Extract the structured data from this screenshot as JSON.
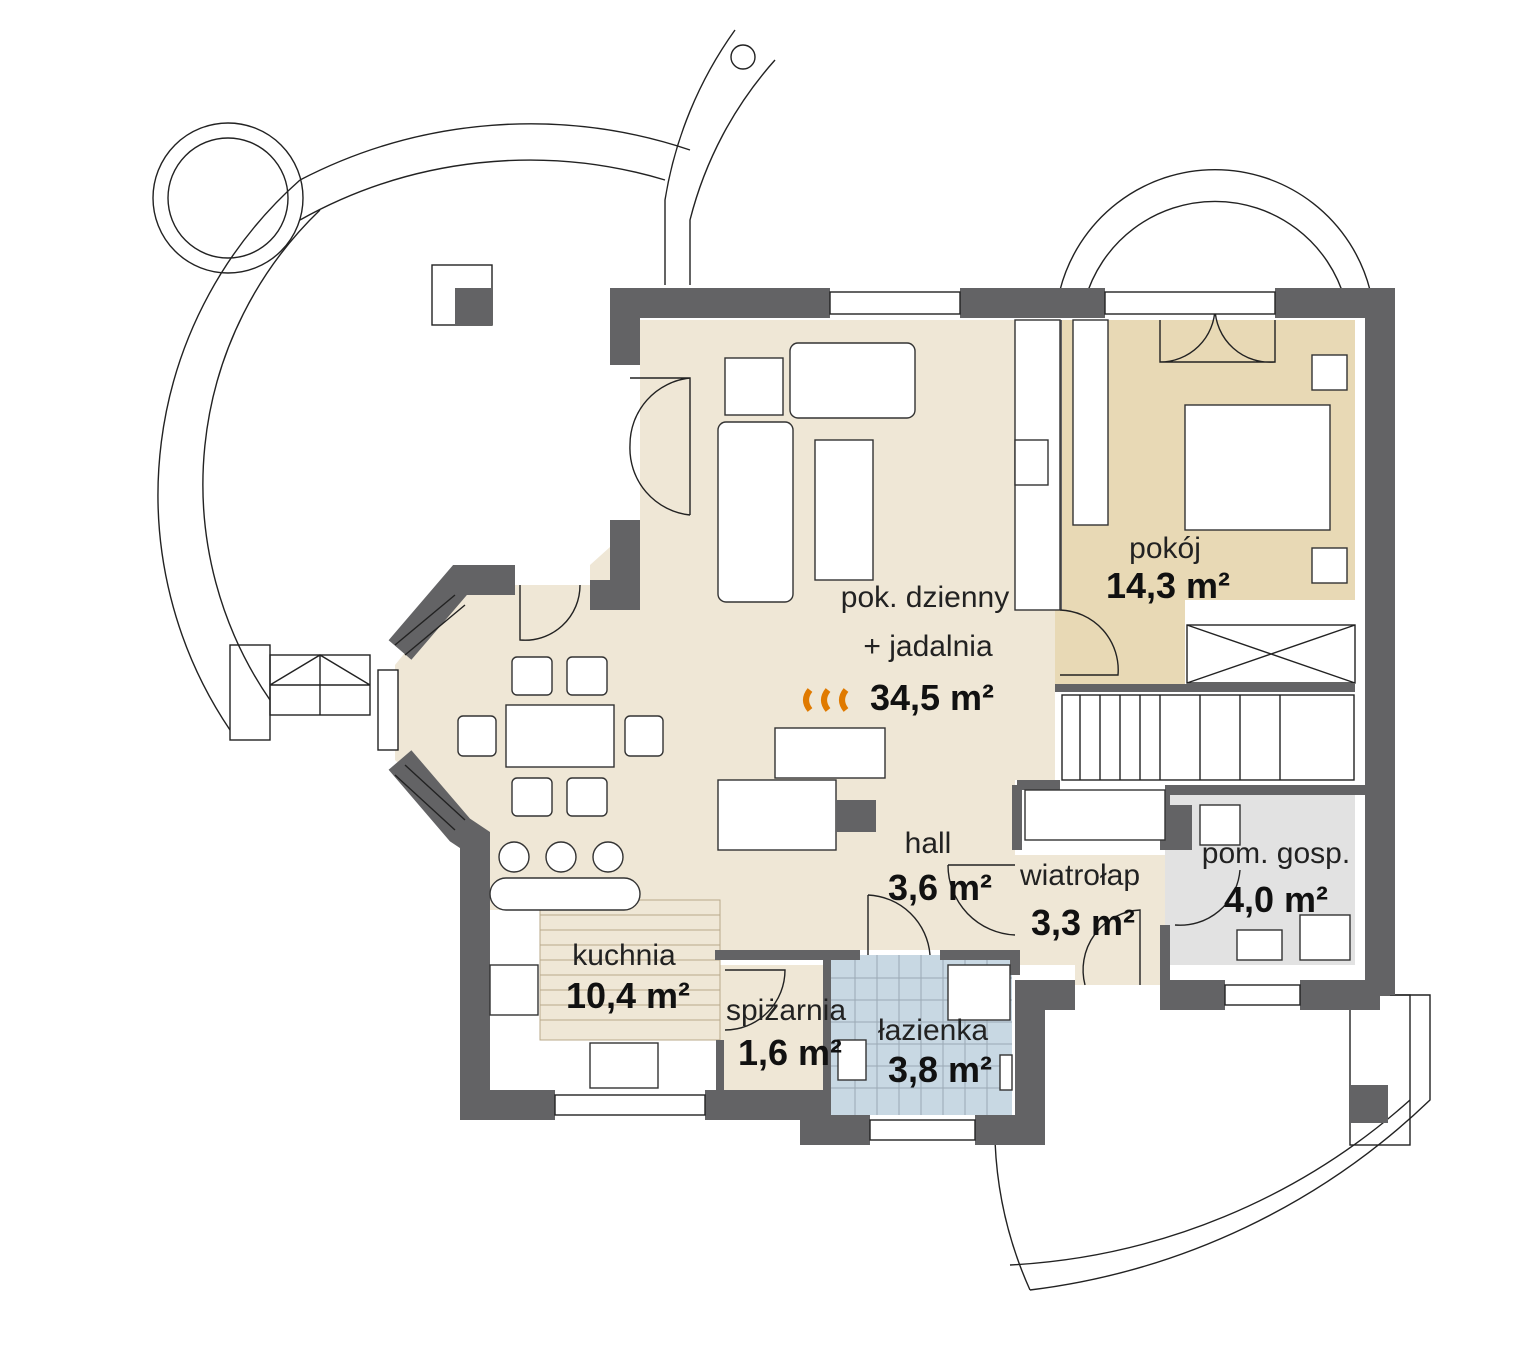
{
  "plan": {
    "colors": {
      "wall": "#636365",
      "living_floor": "#efe7d6",
      "bedroom_floor": "#e8d9b5",
      "bathroom_floor": "#c8d8e3",
      "utility_floor": "#e2e2e2"
    },
    "rooms": [
      {
        "name": "pok. dzienny",
        "name2": "+ jadalnia",
        "area": "34,5 m²"
      },
      {
        "name": "pokój",
        "area": "14,3 m²"
      },
      {
        "name": "hall",
        "area": "3,6 m²"
      },
      {
        "name": "wiatrołap",
        "area": "3,3 m²"
      },
      {
        "name": "pom. gosp.",
        "area": "4,0 m²"
      },
      {
        "name": "kuchnia",
        "area": "10,4 m²"
      },
      {
        "name": "spiżarnia",
        "area": "1,6 m²"
      },
      {
        "name": "łazienka",
        "area": "3,8 m²"
      }
    ]
  }
}
